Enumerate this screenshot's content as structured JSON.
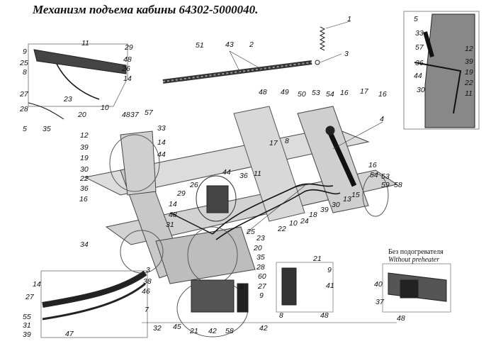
{
  "title": "Механизм подъема кабины 64302-5000040.",
  "note_ru": "Без подогревателя",
  "note_en": "Without preheater",
  "callouts": [
    "1",
    "2",
    "3",
    "43",
    "51",
    "48",
    "49",
    "50",
    "53",
    "54",
    "16",
    "17",
    "16",
    "4",
    "11",
    "29",
    "9",
    "25",
    "8",
    "26",
    "48",
    "14",
    "27",
    "23",
    "10",
    "20",
    "28",
    "35",
    "5",
    "48",
    "37",
    "57",
    "33",
    "12",
    "39",
    "19",
    "30",
    "22",
    "36",
    "44",
    "14",
    "16",
    "17",
    "8",
    "44",
    "36",
    "11",
    "26",
    "29",
    "48",
    "31",
    "14",
    "16",
    "54",
    "53",
    "59",
    "58",
    "15",
    "13",
    "30",
    "39",
    "18",
    "24",
    "22",
    "10",
    "25",
    "23",
    "20",
    "35",
    "28",
    "60",
    "6",
    "27",
    "9",
    "34",
    "3",
    "38",
    "46",
    "7",
    "32",
    "45",
    "21",
    "42",
    "58",
    "42",
    "21",
    "9",
    "8",
    "41",
    "48",
    "14",
    "27",
    "55",
    "31",
    "39",
    "47",
    "40",
    "37",
    "48",
    "5",
    "33",
    "57",
    "12",
    "36",
    "39",
    "44",
    "19",
    "30",
    "22",
    "11"
  ]
}
